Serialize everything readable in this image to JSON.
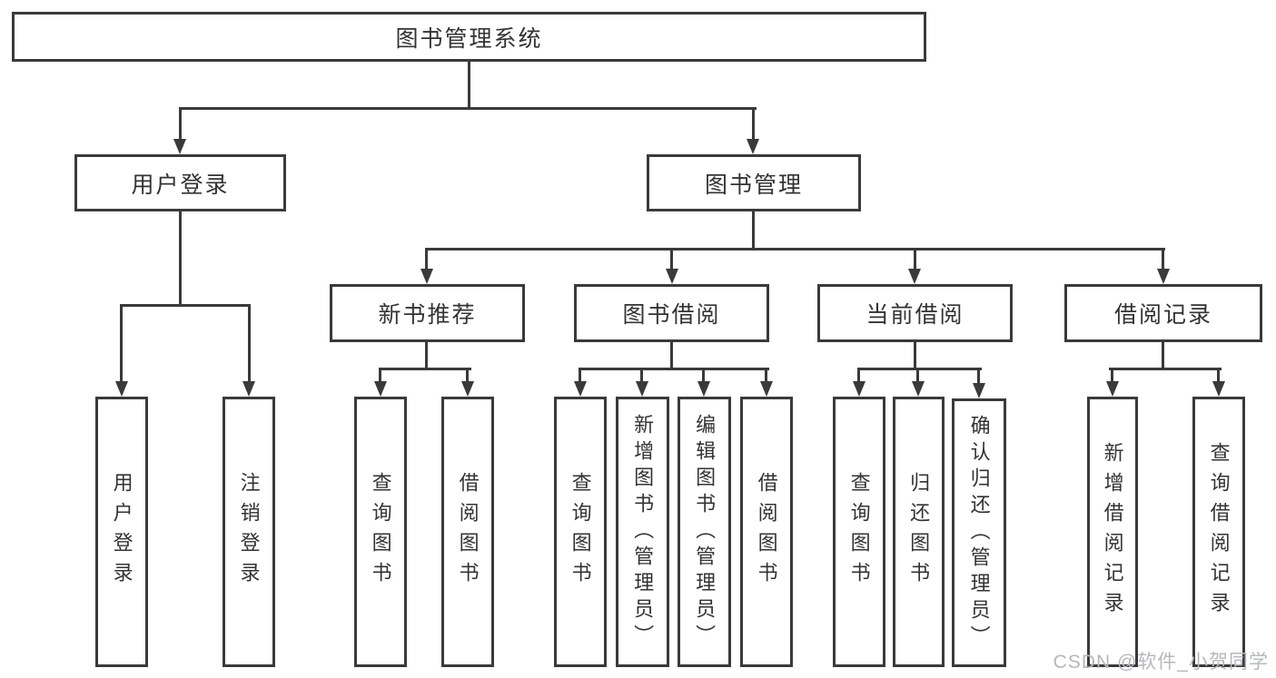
{
  "tree": {
    "root": {
      "label": "图书管理系统"
    },
    "login_branch": {
      "label": "用户登录",
      "children": [
        {
          "label": "用户登录"
        },
        {
          "label": "注销登录"
        }
      ]
    },
    "mgmt_branch": {
      "label": "图书管理",
      "groups": [
        {
          "label": "新书推荐",
          "children": [
            {
              "label": "查询图书"
            },
            {
              "label": "借阅图书"
            }
          ]
        },
        {
          "label": "图书借阅",
          "children": [
            {
              "label": "查询图书"
            },
            {
              "label": "新增图书（管理员）"
            },
            {
              "label": "编辑图书（管理员）"
            },
            {
              "label": "借阅图书"
            }
          ]
        },
        {
          "label": "当前借阅",
          "children": [
            {
              "label": "查询图书"
            },
            {
              "label": "归还图书"
            },
            {
              "label": "确认归还（管理员）"
            }
          ]
        },
        {
          "label": "借阅记录",
          "children": [
            {
              "label": "新增借阅记录"
            },
            {
              "label": "查询借阅记录"
            }
          ]
        }
      ]
    }
  },
  "watermark": {
    "text": "CSDN @软件_小贺同学"
  },
  "colors": {
    "line": "#3a3a3a",
    "text": "#333333",
    "background": "#ffffff",
    "watermark": "#b5b8bc"
  }
}
